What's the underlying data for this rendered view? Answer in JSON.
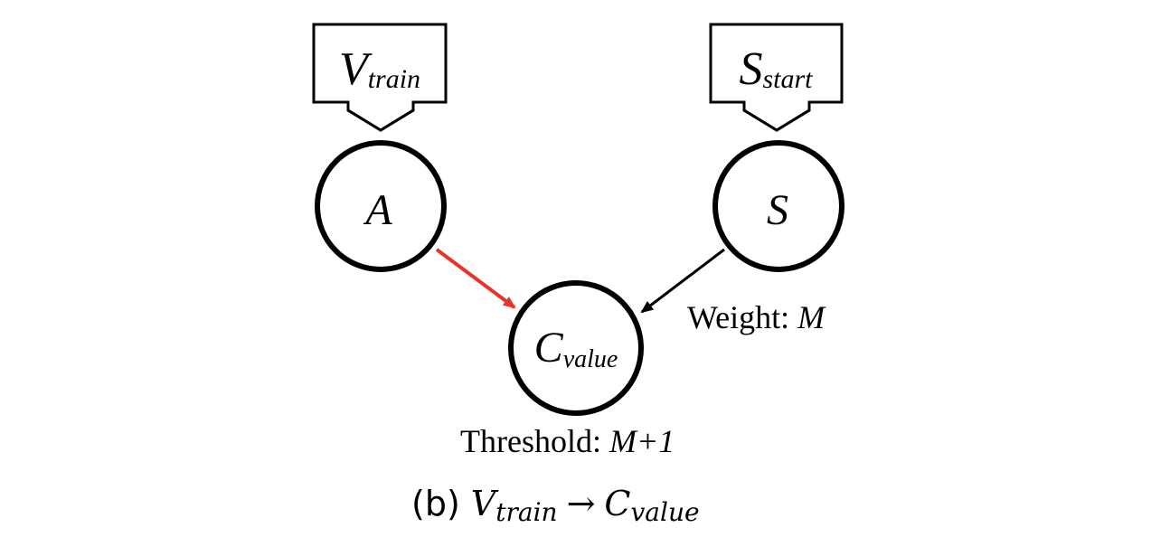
{
  "inputs": {
    "v_train": {
      "main": "V",
      "sub": "train"
    },
    "s_start": {
      "main": "S",
      "sub": "start"
    }
  },
  "nodes": {
    "a": {
      "label": "A"
    },
    "s": {
      "label": "S"
    },
    "c_value": {
      "main": "C",
      "sub": "value"
    }
  },
  "edges": {
    "a_to_c": {
      "color": "#e8332a"
    },
    "s_to_c": {
      "color": "#000000",
      "weight_prefix": "Weight: ",
      "weight_value": "M"
    }
  },
  "threshold": {
    "prefix": "Threshold: ",
    "value": "M+1"
  },
  "caption": {
    "label": "(b)",
    "from_main": "V",
    "from_sub": "train",
    "arrow": "→",
    "to_main": "C",
    "to_sub": "value"
  }
}
